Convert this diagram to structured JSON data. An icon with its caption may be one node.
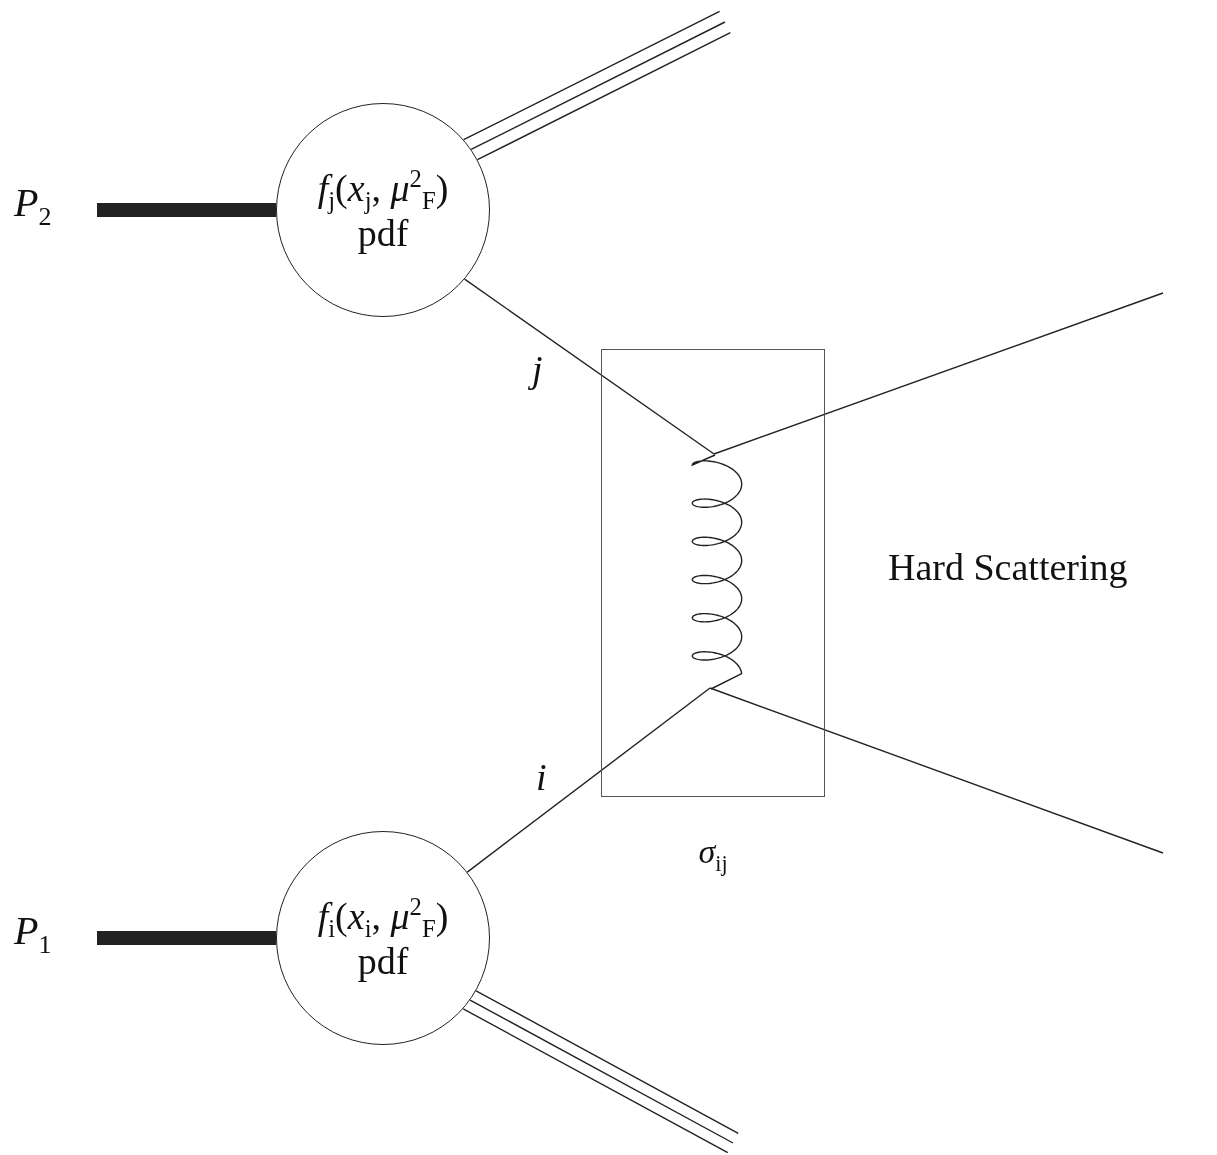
{
  "diagram": {
    "nodes": [
      {
        "text": [
          "*P*$_{2}$"
        ]
      },
      {
        "text": [
          "*f*$_{j}$(*x*$_{j}$, *μ*$^{2}$$_{F}$)",
          "pdf"
        ]
      },
      {
        "text": [
          "*P*$_{1}$"
        ]
      },
      {
        "text": [
          "*f*$_{i}$(*x*$_{i}$, *μ*$^{2}$$_{F}$)",
          "pdf"
        ]
      },
      {
        "text": [],
        "shape": "box",
        "beside": [
          "*σ*$_{ij}$"
        ]
      },
      {
        "text": [],
        "shape": "picture",
        "in": 4
      }
    ],
    "edges": [
      {
        "from": 0,
        "to": 1,
        "arrow": "none",
        "style": "thick"
      },
      {
        "from": 2,
        "to": 3,
        "arrow": "none",
        "style": "thick"
      },
      {
        "from": 1,
        "to": 5,
        "arrow": "none",
        "label": "j"
      },
      {
        "from": 3,
        "to": 5,
        "arrow": "none",
        "label": "i"
      },
      {
        "from": 5,
        "to": null,
        "arrow": "none"
      },
      {
        "from": 5,
        "to": null,
        "arrow": "none"
      },
      {
        "from": 1,
        "to": null,
        "arrow": "none"
      },
      {
        "from": 1,
        "to": null,
        "arrow": "none"
      },
      {
        "from": 1,
        "to": null,
        "arrow": "none"
      },
      {
        "from": 3,
        "to": null,
        "arrow": "none"
      },
      {
        "from": 3,
        "to": null,
        "arrow": "none"
      },
      {
        "from": 3,
        "to": null,
        "arrow": "none"
      }
    ],
    "labels": [
      "Hard Scattering"
    ]
  }
}
